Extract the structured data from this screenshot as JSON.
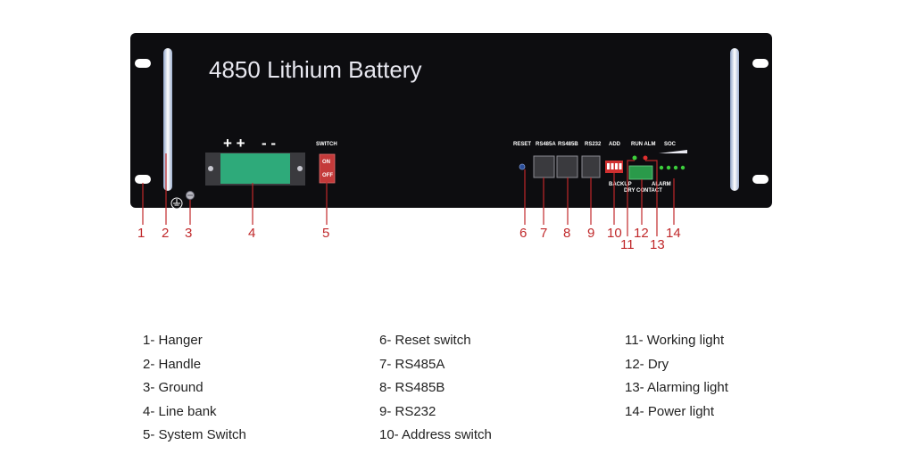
{
  "panel": {
    "title": "4850 Lithium Battery",
    "labels": {
      "plus": "+ +",
      "minus": "- -",
      "switch": "SWITCH",
      "on": "ON",
      "off": "OFF",
      "reset": "RESET",
      "rs485a": "RS485A",
      "rs485b": "RS485B",
      "rs232": "RS232",
      "add": "ADD",
      "run_alm": "RUN ALM",
      "soc": "SOC",
      "backup": "BACKUP",
      "dry_contact": "DRY CONTACT",
      "alarm": "ALARM"
    }
  },
  "callouts": [
    "1",
    "2",
    "3",
    "4",
    "5",
    "6",
    "7",
    "8",
    "9",
    "10",
    "11",
    "12",
    "13",
    "14"
  ],
  "legend": {
    "col1": [
      "1- Hanger",
      "2- Handle",
      "3- Ground",
      "4- Line bank",
      "5- System Switch"
    ],
    "col2": [
      "6- Reset switch",
      "7- RS485A",
      "8- RS485B",
      "9- RS232",
      "10- Address switch"
    ],
    "col3": [
      "11- Working light",
      "12- Dry",
      "13- Alarming light",
      "14- Power light"
    ]
  },
  "colors": {
    "panel": "#0d0d10",
    "callout": "#c0282a",
    "terminal": "#2eaa7a",
    "switch": "#c43a3a",
    "green_led": "#3ccf3c",
    "red_led": "#e03030"
  }
}
